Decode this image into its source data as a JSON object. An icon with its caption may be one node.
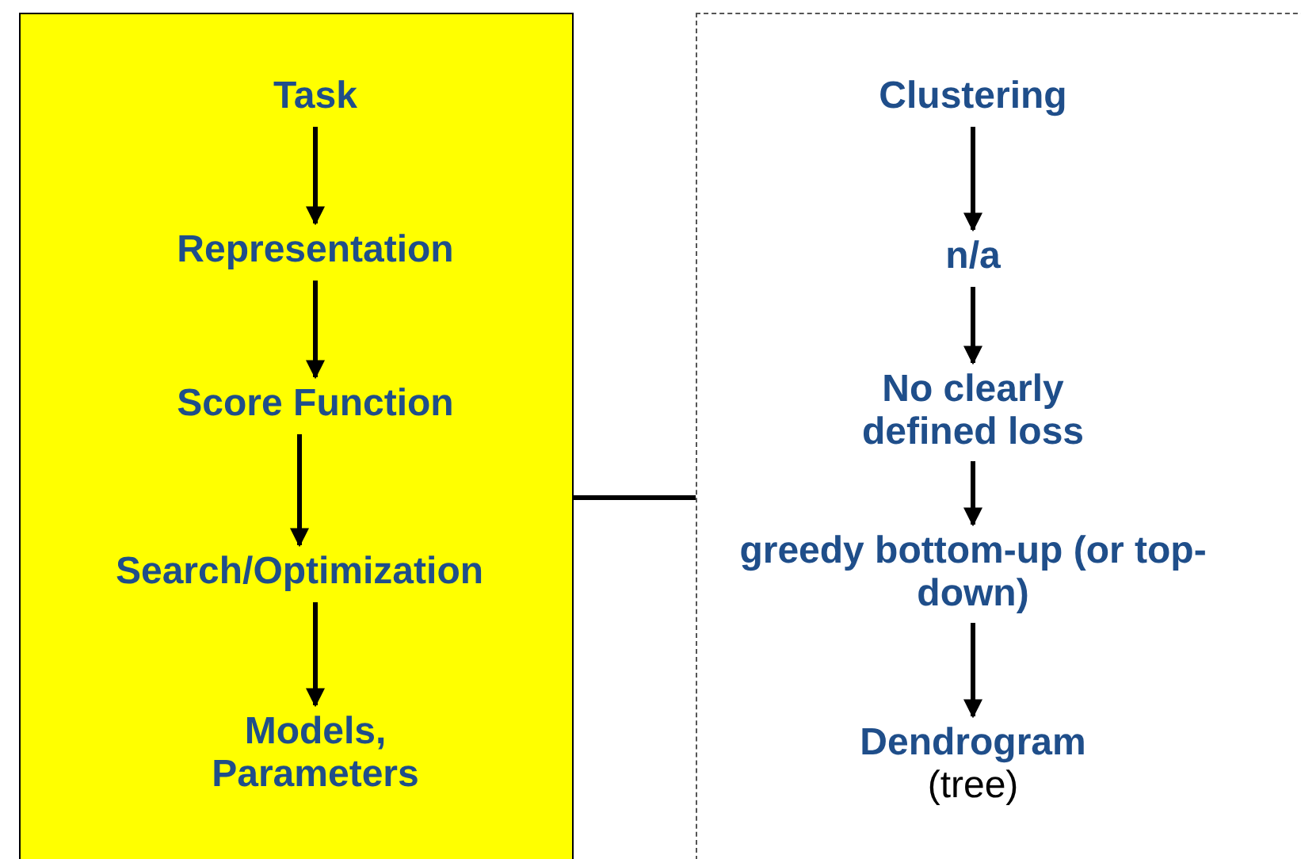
{
  "diagram": {
    "nodes": [
      {
        "text": [],
        "shape": "box"
      },
      {
        "text": [
          "Task"
        ],
        "in": 0
      },
      {
        "text": [
          "Representation"
        ],
        "in": 0
      },
      {
        "text": [
          "Score Function"
        ],
        "in": 0
      },
      {
        "text": [
          "Search/Optimization"
        ],
        "in": 0
      },
      {
        "text": [
          "Models, Parameters"
        ],
        "in": 0
      },
      {
        "text": [],
        "shape": "box"
      },
      {
        "text": [
          "Clustering"
        ],
        "in": 6
      },
      {
        "text": [
          "n/a"
        ],
        "in": 6
      },
      {
        "text": [
          "No clearly defined loss"
        ],
        "in": 6
      },
      {
        "text": [
          "greedy bottom-up (or top-down)"
        ],
        "in": 6
      },
      {
        "text": [
          "Dendrogram",
          "(tree)"
        ],
        "in": 6
      }
    ],
    "edges": [
      {
        "from": 1,
        "to": 2,
        "arrow": "to"
      },
      {
        "from": 2,
        "to": 3,
        "arrow": "to"
      },
      {
        "from": 3,
        "to": 4,
        "arrow": "to"
      },
      {
        "from": 4,
        "to": 5,
        "arrow": "to"
      },
      {
        "from": 7,
        "to": 8,
        "arrow": "to"
      },
      {
        "from": 8,
        "to": 9,
        "arrow": "to"
      },
      {
        "from": 9,
        "to": 10,
        "arrow": "to"
      },
      {
        "from": 10,
        "to": 11,
        "arrow": "to"
      },
      {
        "from": 0,
        "to": 6,
        "arrow": "none"
      }
    ]
  }
}
